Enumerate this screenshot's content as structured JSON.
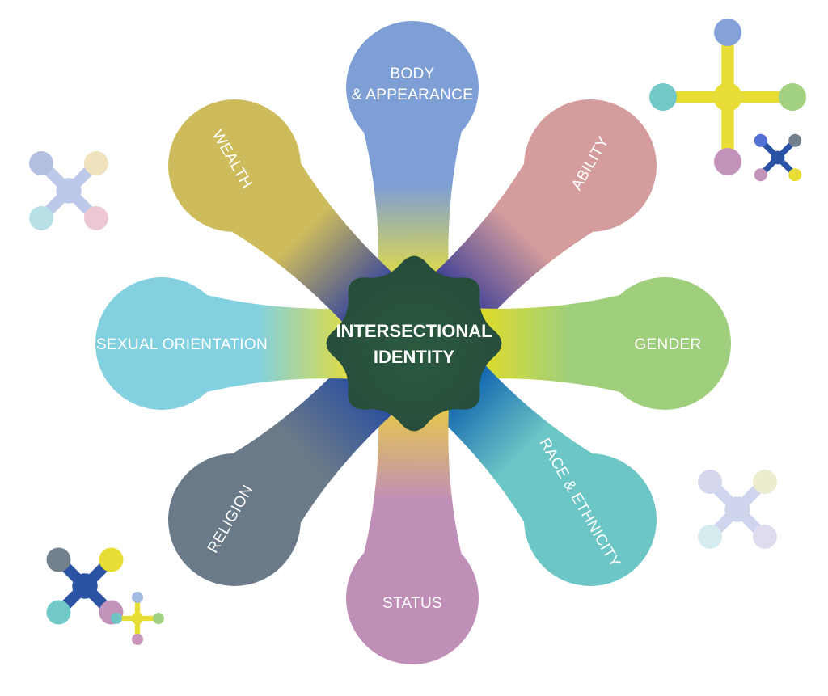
{
  "center": {
    "line1": "INTERSECTIONAL",
    "line2": "IDENTITY",
    "color": "#264a3a"
  },
  "petals": {
    "body": {
      "line1": "BODY",
      "line2": "& APPEARANCE",
      "color": "#7e9ed6",
      "neck_color": "#e2dc46"
    },
    "ability": {
      "label": "ABILITY",
      "color": "#d49c9c",
      "neck_color": "#3d3f98"
    },
    "gender": {
      "label": "GENDER",
      "color": "#9fcf7c",
      "neck_color": "#e2dc26"
    },
    "race": {
      "label": "RACE & ETHNICITY",
      "color": "#6cc6c6",
      "neck_color": "#0f62ae"
    },
    "status": {
      "label": "STATUS",
      "color": "#c08fb8",
      "neck_color": "#e6c84c"
    },
    "religion": {
      "label": "RELIGION",
      "color": "#6b7a88",
      "neck_color": "#2a4fa0"
    },
    "orientation": {
      "label": "SEXUAL ORIENTATION",
      "color": "#82d0e0",
      "neck_color": "#e2dc40"
    },
    "wealth": {
      "label": "WEALTH",
      "color": "#cdbb5c",
      "neck_color": "#3c4a9a"
    }
  },
  "palette": {
    "yellow": "#e6dc2a",
    "blue": "#1f4aa0",
    "teal": "#6cc6c6",
    "purple": "#c08fb8",
    "green": "#9fcf7c",
    "slate": "#6b7a88",
    "periwinkle": "#7e9ed6"
  }
}
